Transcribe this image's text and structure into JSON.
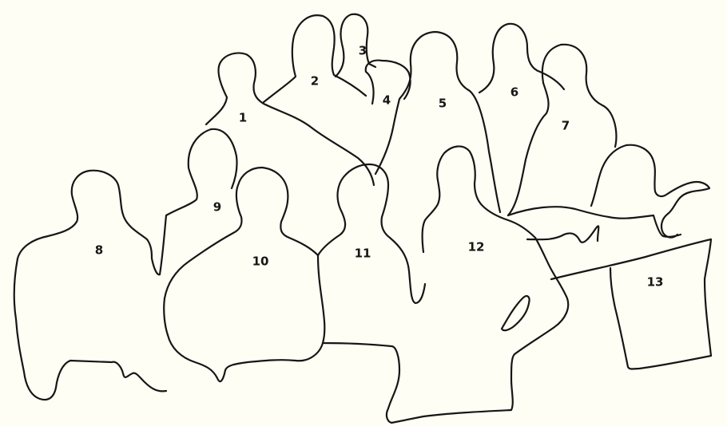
{
  "figure": {
    "background": "#fefef4",
    "line_color": "#161616",
    "labels": [
      {
        "id": "p1",
        "text": "1"
      },
      {
        "id": "p2",
        "text": "2"
      },
      {
        "id": "p3",
        "text": "3"
      },
      {
        "id": "p4",
        "text": "4"
      },
      {
        "id": "p5",
        "text": "5"
      },
      {
        "id": "p6",
        "text": "6"
      },
      {
        "id": "p7",
        "text": "7"
      },
      {
        "id": "p8",
        "text": "8"
      },
      {
        "id": "p9",
        "text": "9"
      },
      {
        "id": "p10",
        "text": "10"
      },
      {
        "id": "p11",
        "text": "11"
      },
      {
        "id": "p12",
        "text": "12"
      },
      {
        "id": "p13",
        "text": "13"
      }
    ]
  }
}
